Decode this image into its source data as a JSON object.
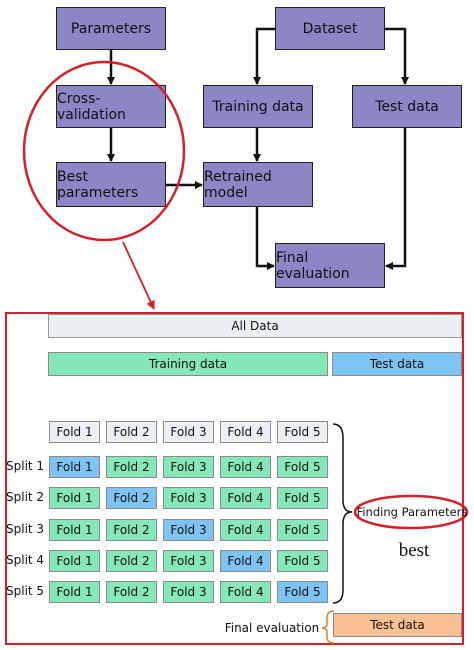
{
  "top": {
    "parameters": "Parameters",
    "dataset": "Dataset",
    "cross_validation": "Cross-validation",
    "training_data": "Training data",
    "test_data": "Test data",
    "best_parameters": "Best parameters",
    "retrained_model": "Retrained model",
    "final_evaluation": "Final evaluation"
  },
  "detail": {
    "all_data": "All Data",
    "training_data": "Training data",
    "test_data": "Test data",
    "fold_header": [
      "Fold 1",
      "Fold 2",
      "Fold 3",
      "Fold 4",
      "Fold 5"
    ],
    "splits": [
      {
        "label": "Split 1",
        "folds": [
          "Fold 1",
          "Fold 2",
          "Fold 3",
          "Fold 4",
          "Fold 5"
        ],
        "test_index": 0
      },
      {
        "label": "Split 2",
        "folds": [
          "Fold 1",
          "Fold 2",
          "Fold 3",
          "Fold 4",
          "Fold 5"
        ],
        "test_index": 1
      },
      {
        "label": "Split 3",
        "folds": [
          "Fold 1",
          "Fold 2",
          "Fold 3",
          "Fold 4",
          "Fold 5"
        ],
        "test_index": 2
      },
      {
        "label": "Split 4",
        "folds": [
          "Fold 1",
          "Fold 2",
          "Fold 3",
          "Fold 4",
          "Fold 5"
        ],
        "test_index": 3
      },
      {
        "label": "Split 5",
        "folds": [
          "Fold 1",
          "Fold 2",
          "Fold 3",
          "Fold 4",
          "Fold 5"
        ],
        "test_index": 4
      }
    ],
    "finding_parameters": "Finding Parameters",
    "best": "best",
    "final_evaluation": "Final evaluation",
    "final_test_data": "Test data"
  },
  "colors": {
    "box_purple": "#8b86c6",
    "highlight_red": "#d3202a",
    "gray_bar": "#eceff1",
    "green": "#86e8b8",
    "blue": "#7ec4f2",
    "orange": "#f9c193"
  }
}
